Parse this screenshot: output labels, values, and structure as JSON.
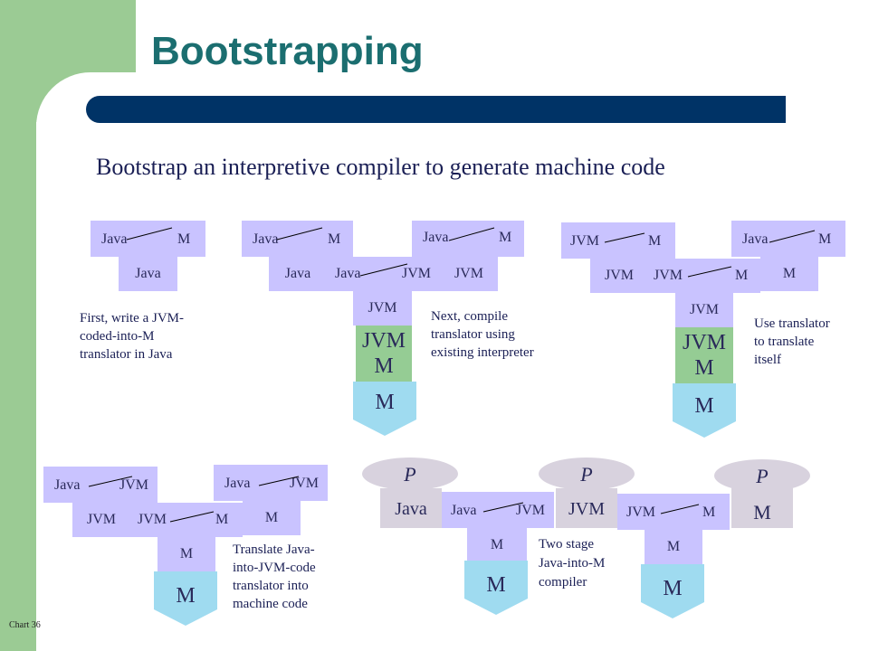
{
  "slide": {
    "title": "Bootstrapping",
    "subtitle": "Bootstrap an interpretive compiler to generate machine code",
    "footer": "Chart 36"
  },
  "colors": {
    "green": "#9bcb94",
    "navy": "#003366",
    "lilac": "#c9c3ff",
    "cyan": "#9fdbf0",
    "program": "#d8d2de"
  },
  "l": {
    "java": "Java",
    "m": "M",
    "jvm": "JVM",
    "p": "P"
  },
  "captions": {
    "c1": [
      "First, write a JVM-",
      "coded-into-M",
      "translator in Java"
    ],
    "c2": [
      "Next, compile",
      "translator using",
      "existing interpreter"
    ],
    "c3": [
      "Use translator",
      "to translate",
      "itself"
    ],
    "c4": [
      "Translate Java-",
      "into-JVM-code",
      "translator into",
      "machine code"
    ],
    "c5": [
      "Two stage",
      "Java-into-M",
      "compiler"
    ]
  }
}
